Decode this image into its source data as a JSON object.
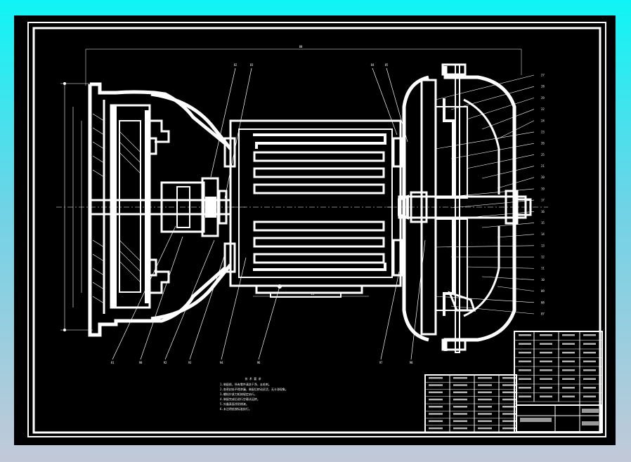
{
  "drawing": {
    "dimension_top": "80",
    "dimension_bottom": "25",
    "leader_tags_top": [
      "82",
      "83",
      "84",
      "85"
    ],
    "leader_tags_bottom": [
      "81",
      "90",
      "92",
      "93",
      "94",
      "96",
      "97",
      "98"
    ],
    "balloons_right": [
      "27",
      "28",
      "29",
      "22",
      "24",
      "23",
      "26",
      "25",
      "21",
      "20",
      "19",
      "17",
      "16",
      "15",
      "14",
      "13",
      "12",
      "11",
      "10",
      "09",
      "08",
      "07"
    ],
    "tech_notes_title": "技 术 要 求",
    "tech_notes": [
      "1.装配前，所有零件清洗干净，去毛刺。",
      "2.各密封处不得渗漏，装配后转动灵活，无卡滞现象。",
      "3.螺栓拧紧力矩按规定执行。",
      "4.装配完成后进行空载试运转。",
      "5.外露表面涂防锈漆。",
      "6.未注明处按标准执行。"
    ]
  },
  "parts_list_left": [
    [
      "",
      "",
      "",
      ""
    ],
    [
      "",
      "",
      "",
      ""
    ],
    [
      "",
      "",
      "",
      ""
    ],
    [
      "",
      "",
      "",
      ""
    ],
    [
      "",
      "",
      "",
      ""
    ],
    [
      "",
      "",
      "",
      ""
    ],
    [
      "",
      "",
      "",
      ""
    ],
    [
      "",
      "",
      "",
      ""
    ]
  ],
  "parts_list_right": [
    [
      "",
      "",
      ""
    ],
    [
      "",
      "",
      ""
    ],
    [
      "",
      "",
      ""
    ],
    [
      "",
      "",
      ""
    ],
    [
      "",
      "",
      ""
    ],
    [
      "",
      "",
      ""
    ],
    [
      "",
      "",
      ""
    ],
    [
      "",
      "",
      ""
    ]
  ]
}
